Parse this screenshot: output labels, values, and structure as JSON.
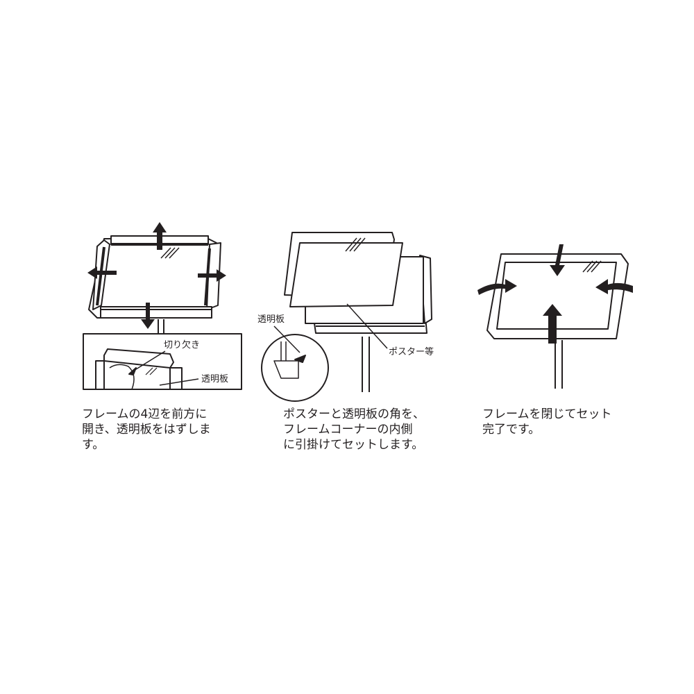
{
  "steps": [
    {
      "labels": {
        "notch": "切り欠き",
        "clear_plate": "透明板"
      },
      "caption": [
        "フレームの4辺を前方に",
        "開き、透明板をはずしま",
        "す。"
      ]
    },
    {
      "labels": {
        "clear_plate": "透明板",
        "poster": "ポスター等"
      },
      "caption": [
        "ポスターと透明板の角を、",
        "フレームコーナーの内側",
        "に引掛けてセットします。"
      ]
    },
    {
      "caption": [
        "フレームを閉じてセット",
        "完了です。"
      ]
    }
  ]
}
